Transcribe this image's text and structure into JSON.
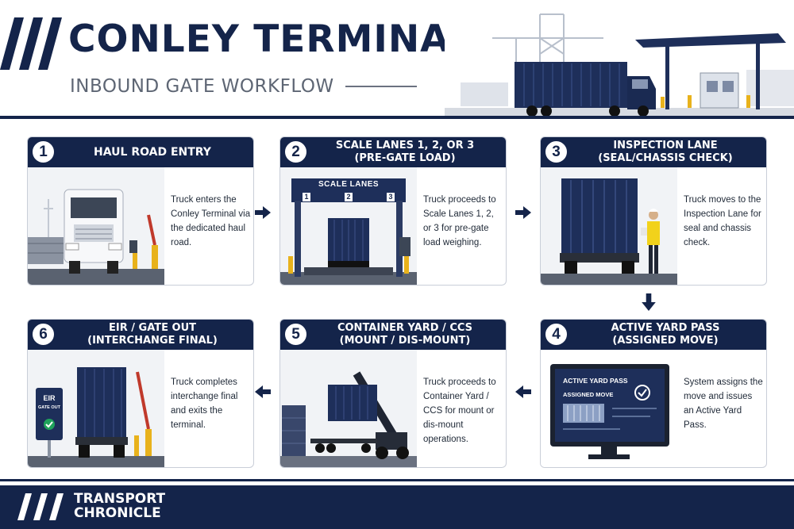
{
  "header": {
    "title": "CONLEY TERMINAL",
    "subtitle": "INBOUND GATE WORKFLOW"
  },
  "steps": [
    {
      "number": "1",
      "title_line1": "HAUL ROAD ENTRY",
      "title_line2": "",
      "description": "Truck enters the Conley Terminal via the dedicated haul road."
    },
    {
      "number": "2",
      "title_line1": "SCALE LANES 1, 2, OR 3",
      "title_line2": "(PRE-GATE LOAD)",
      "description": "Truck proceeds to Scale Lanes 1, 2, or 3 for pre-gate load weighing.",
      "sign_label": "SCALE LANES",
      "lane_labels": [
        "1",
        "2",
        "3"
      ]
    },
    {
      "number": "3",
      "title_line1": "INSPECTION LANE",
      "title_line2": "(SEAL/CHASSIS CHECK)",
      "description": "Truck moves to the Inspection Lane for seal and chassis check."
    },
    {
      "number": "4",
      "title_line1": "ACTIVE YARD PASS",
      "title_line2": "(ASSIGNED MOVE)",
      "description": "System assigns the move and issues an Active Yard Pass.",
      "screen_line1": "ACTIVE YARD PASS",
      "screen_line2": "ASSIGNED MOVE"
    },
    {
      "number": "5",
      "title_line1": "CONTAINER YARD / CCS",
      "title_line2": "(MOUNT / DIS-MOUNT)",
      "description": "Truck proceeds to Container Yard / CCS for mount or dis-mount operations."
    },
    {
      "number": "6",
      "title_line1": "EIR / GATE OUT",
      "title_line2": "(INTERCHANGE FINAL)",
      "description": "Truck completes interchange final and exits the terminal.",
      "sign_line1": "EIR",
      "sign_line2": "GATE OUT"
    }
  ],
  "footer": {
    "brand_line1": "TRANSPORT",
    "brand_line2": "CHRONICLE"
  },
  "colors": {
    "navy": "#14244a",
    "gray_text": "#5e6674",
    "safety_yellow": "#e8b21c"
  }
}
